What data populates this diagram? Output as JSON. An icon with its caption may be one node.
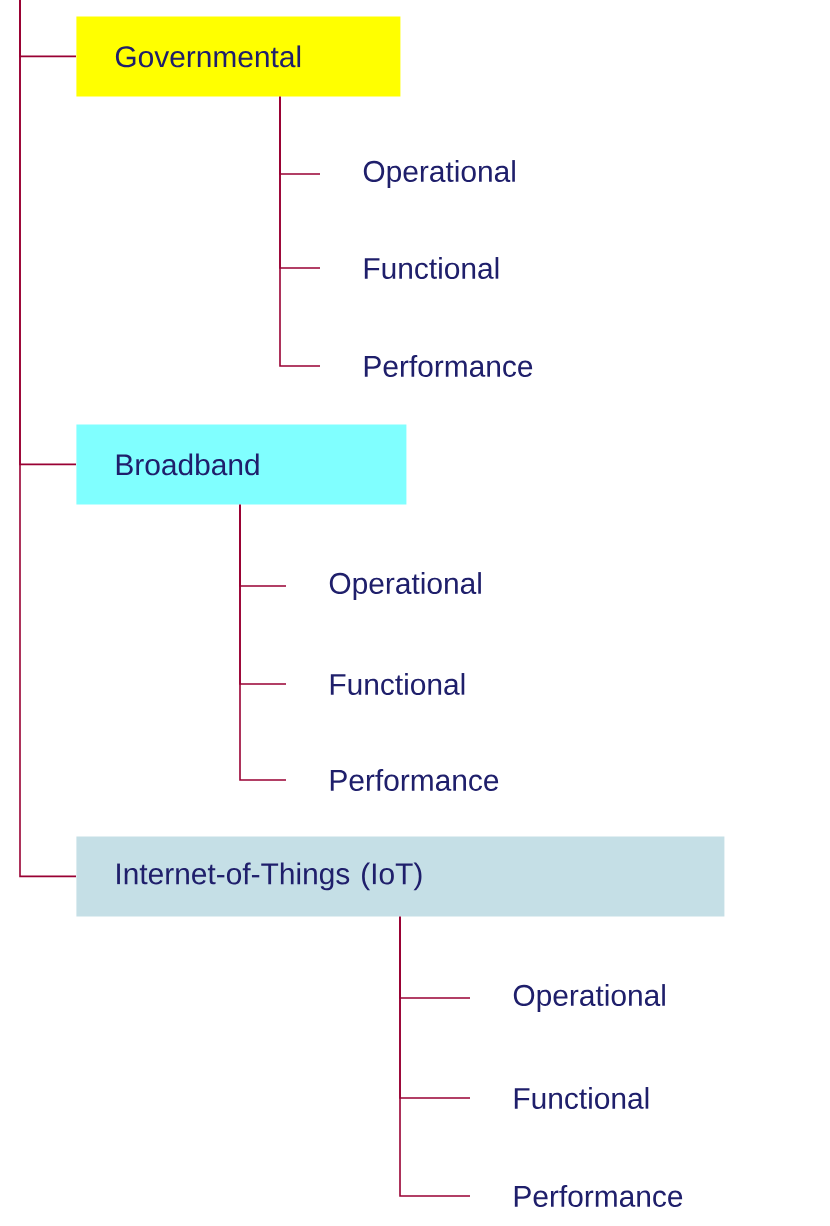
{
  "diagram": {
    "nodes": [
      {
        "text": [
          "Governmental"
        ]
      },
      {
        "text": [
          "Operational"
        ]
      },
      {
        "text": [
          "Functional"
        ]
      },
      {
        "text": [
          "Performance"
        ]
      },
      {
        "text": [
          "Broadband"
        ]
      },
      {
        "text": [
          "Operational"
        ]
      },
      {
        "text": [
          "Functional"
        ]
      },
      {
        "text": [
          "Performance"
        ]
      },
      {
        "text": [
          "Internet-of-Things (IoT)"
        ]
      },
      {
        "text": [
          "Operational"
        ]
      },
      {
        "text": [
          "Functional"
        ]
      },
      {
        "text": [
          "Performance"
        ]
      }
    ],
    "edges": [
      {
        "from": null,
        "to": 0,
        "arrow": "none"
      },
      {
        "from": null,
        "to": 4,
        "arrow": "none"
      },
      {
        "from": null,
        "to": 8,
        "arrow": "none"
      },
      {
        "from": 0,
        "to": 1,
        "arrow": "none"
      },
      {
        "from": 0,
        "to": 2,
        "arrow": "none"
      },
      {
        "from": 0,
        "to": 3,
        "arrow": "none"
      },
      {
        "from": 4,
        "to": 5,
        "arrow": "none"
      },
      {
        "from": 4,
        "to": 6,
        "arrow": "none"
      },
      {
        "from": 4,
        "to": 7,
        "arrow": "none"
      },
      {
        "from": 8,
        "to": 9,
        "arrow": "none"
      },
      {
        "from": 8,
        "to": 10,
        "arrow": "none"
      },
      {
        "from": 8,
        "to": 11,
        "arrow": "none"
      }
    ]
  }
}
